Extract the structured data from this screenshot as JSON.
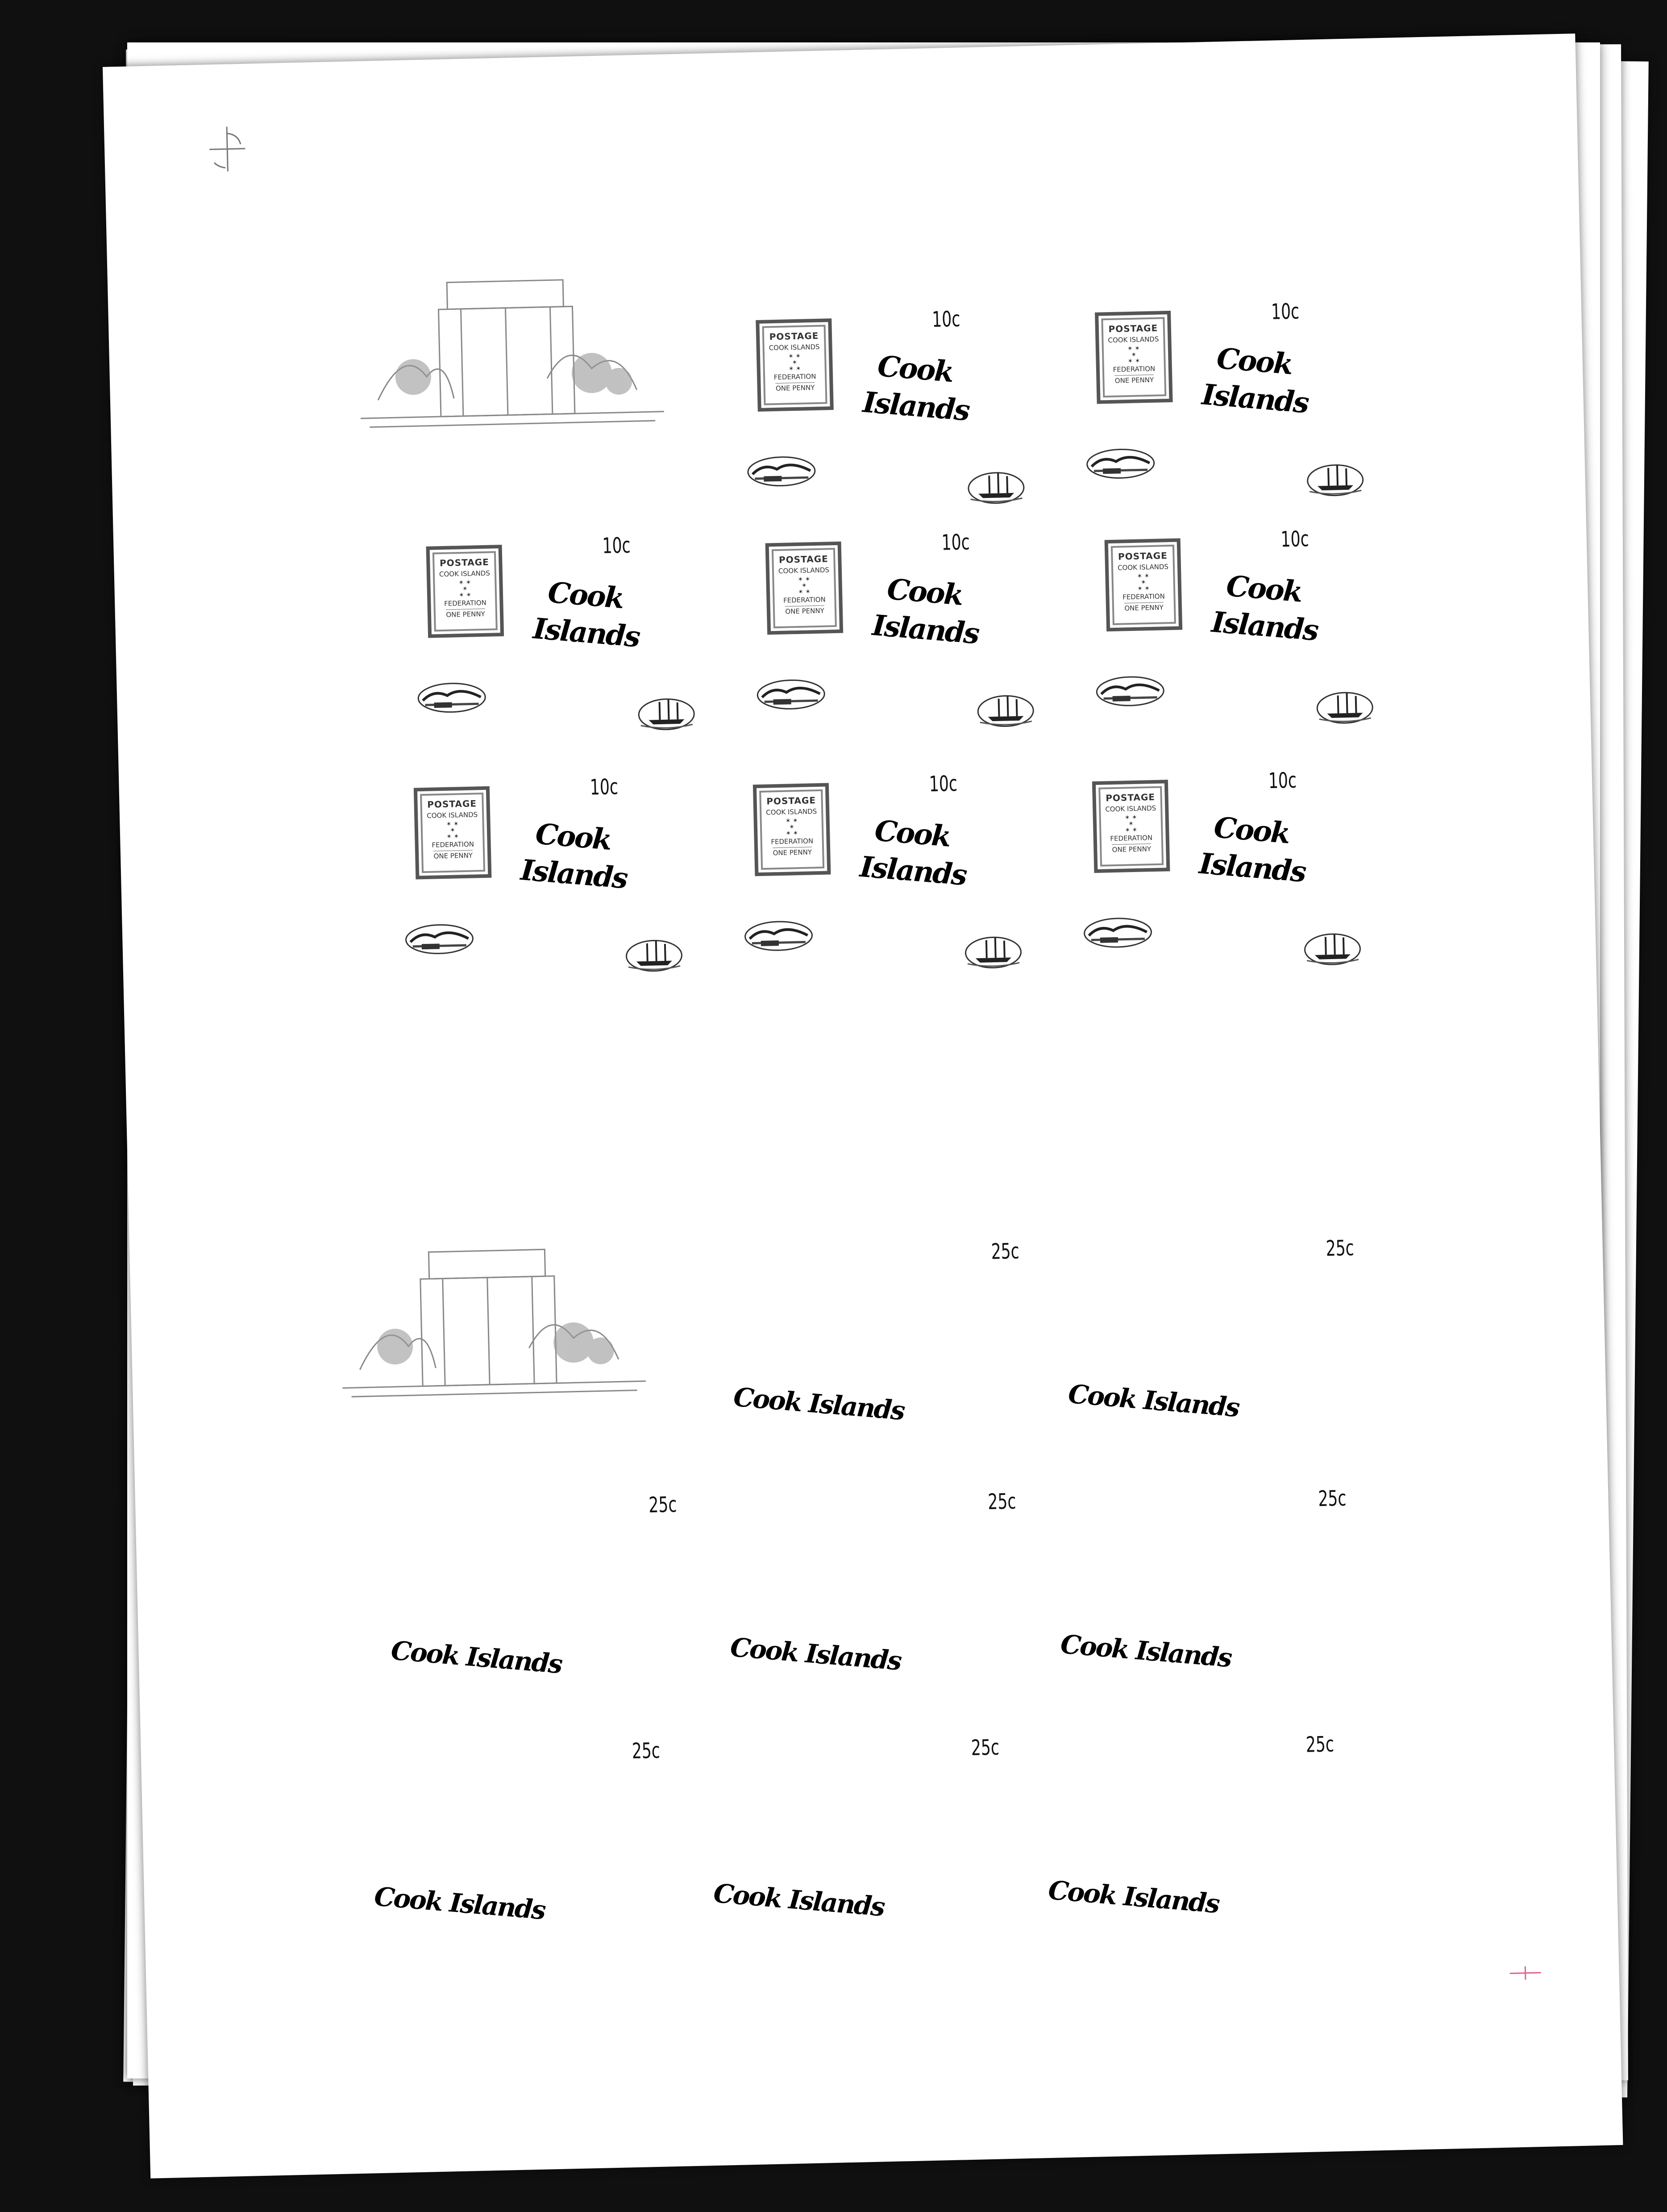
{
  "proof_sheet": {
    "values": {
      "top_denomination": "10c",
      "bottom_denomination": "25c"
    },
    "country_name": "Cook Islands",
    "country_line1": "Cook",
    "country_line2": "Islands",
    "mini_stamp": {
      "line1": "POSTAGE",
      "line2": "COOK ISLANDS",
      "line3": "FEDERATION",
      "line4": "ONE PENNY"
    },
    "corner_mark": "F"
  },
  "colors": {
    "background": "#101010",
    "paper": "#ffffff",
    "ink": "#000000",
    "pink_mark": "#e06090"
  }
}
